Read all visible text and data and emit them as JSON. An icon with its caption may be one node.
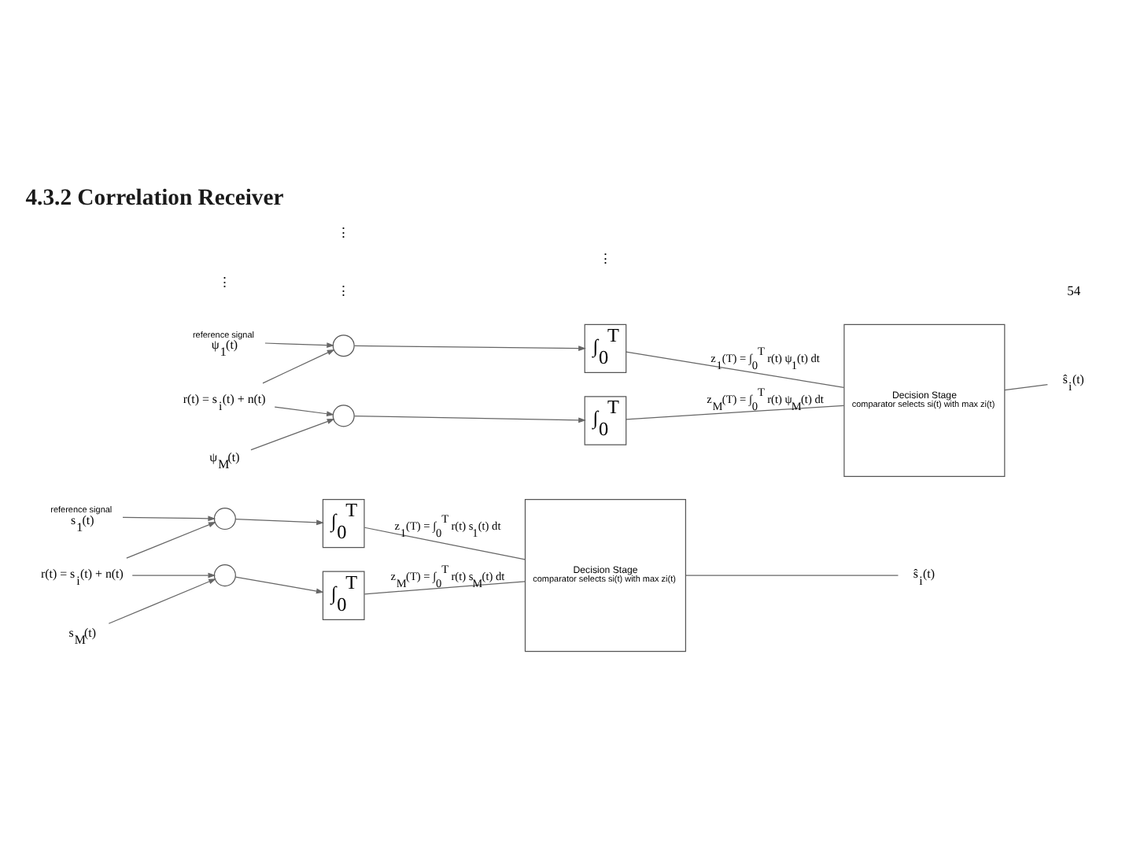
{
  "diagram": {
    "title": "4.3.2 Correlation Receiver",
    "nodes": [
      {
        "text": [
          "r(t) = s$_{i}$(t) + n(t)"
        ]
      },
      {
        "text": [
          "reference signal",
          "s$_{1}$(t)"
        ]
      },
      {
        "text": [],
        "shape": "circle"
      },
      {
        "text": [
          "s$_{M}$(t)"
        ]
      },
      {
        "text": [],
        "shape": "circle"
      },
      {
        "text": [
          "∫$_{0}$$^{T}$"
        ]
      },
      {
        "text": [
          "∫$_{0}$$^{T}$"
        ]
      },
      {
        "text": [
          "Decision Stage",
          "comparator selects si(t) with max zi(t)"
        ]
      },
      {
        "text": [
          "ŝ$_{i}$(t)"
        ]
      },
      {
        "text": [
          "r(t) = s$_{i}$(t) + n(t)"
        ]
      },
      {
        "text": [
          "reference signal",
          "ψ$_{1}$(t)"
        ]
      },
      {
        "text": [],
        "shape": "circle"
      },
      {
        "text": [
          "ψ$_{M}$(t)"
        ]
      },
      {
        "text": [],
        "shape": "circle"
      },
      {
        "text": [
          "∫$_{0}$$^{T}$"
        ]
      },
      {
        "text": [
          "∫$_{0}$$^{T}$"
        ]
      },
      {
        "text": [
          "Decision Stage",
          "comparator selects si(t) with max zi(t)"
        ]
      },
      {
        "text": [
          "ŝ$_{i}$(t)"
        ]
      }
    ],
    "edges": [
      {
        "from": 0,
        "to": 2,
        "arrow": "to"
      },
      {
        "from": 0,
        "to": 4,
        "arrow": "to"
      },
      {
        "from": 1,
        "to": 2,
        "arrow": "to"
      },
      {
        "from": 3,
        "to": 4,
        "arrow": "to"
      },
      {
        "from": 2,
        "to": 5,
        "arrow": "to"
      },
      {
        "from": 4,
        "to": 6,
        "arrow": "to"
      },
      {
        "from": 5,
        "to": 7,
        "arrow": "none",
        "label": "z$_{1}$(T) = ∫$_{0}$$^{T}$ r(t) s$_{1}$(t) dt"
      },
      {
        "from": 6,
        "to": 7,
        "arrow": "none",
        "label": "z$_{M}$(T) = ∫$_{0}$$^{T}$ r(t) s$_{M}$(t) dt"
      },
      {
        "from": 7,
        "to": 8,
        "arrow": "none"
      },
      {
        "from": 9,
        "to": 11,
        "arrow": "to"
      },
      {
        "from": 9,
        "to": 13,
        "arrow": "to"
      },
      {
        "from": 10,
        "to": 11,
        "arrow": "to"
      },
      {
        "from": 12,
        "to": 13,
        "arrow": "to"
      },
      {
        "from": 11,
        "to": 14,
        "arrow": "to"
      },
      {
        "from": 13,
        "to": 15,
        "arrow": "to"
      },
      {
        "from": 14,
        "to": 16,
        "arrow": "none",
        "label": "z$_{1}$(T) = ∫$_{0}$$^{T}$ r(t) ψ$_{1}$(t) dt"
      },
      {
        "from": 15,
        "to": 16,
        "arrow": "none",
        "label": "z$_{M}$(T) = ∫$_{0}$$^{T}$ r(t) ψ$_{M}$(t) dt"
      },
      {
        "from": 16,
        "to": 17,
        "arrow": "none"
      }
    ],
    "labels": [
      "⋮",
      "⋮",
      "⋮",
      "⋮",
      "54"
    ]
  }
}
